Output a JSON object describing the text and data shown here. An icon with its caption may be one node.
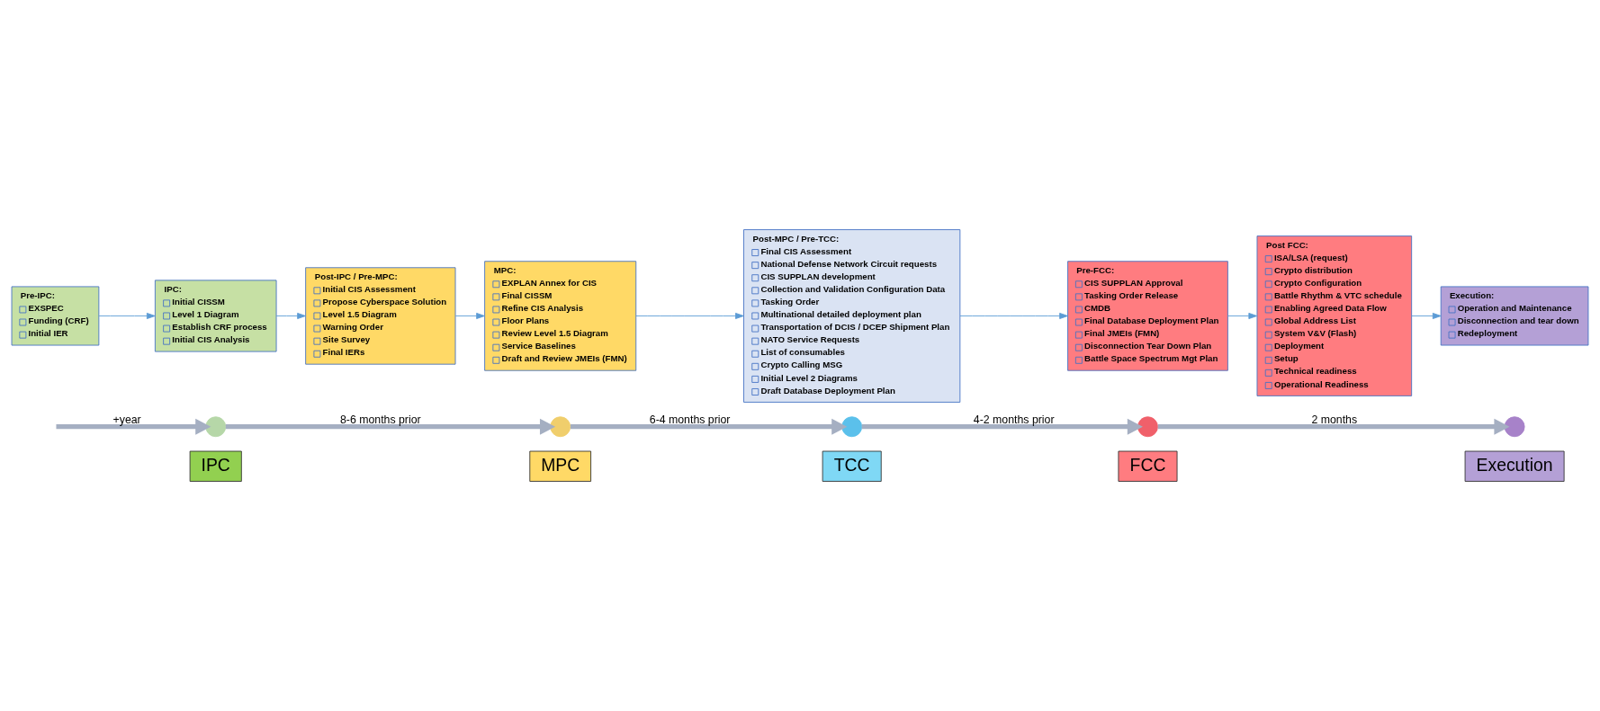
{
  "diagram": {
    "nodes": [
      {
        "text": [
          "IPC"
        ]
      },
      {
        "text": [
          "MPC"
        ]
      },
      {
        "text": [
          "TCC"
        ]
      },
      {
        "text": [
          "FCC"
        ]
      },
      {
        "text": [
          "Execution"
        ]
      },
      {
        "text": [],
        "shape": "circle"
      },
      {
        "text": [],
        "shape": "circle"
      },
      {
        "text": [],
        "shape": "circle"
      },
      {
        "text": [],
        "shape": "circle"
      },
      {
        "text": [],
        "shape": "circle"
      },
      {
        "text": [
          "Post-MPC / Pre-TCC:",
          "Final CIS Assessment",
          "National Defense Network Circuit requests",
          "CIS SUPPLAN development",
          "Collection and Validation Configuration Data",
          "Tasking Order",
          "Multinational detailed deployment plan",
          "Transportation of DCIS / DCEP Shipment Plan",
          "NATO Service Requests",
          "List of consumables",
          "Crypto Calling MSG",
          "Initial Level 2 Diagrams",
          "Draft Database Deployment Plan"
        ]
      },
      {
        "text": [
          "Execution:",
          "Operation and Maintenance",
          "Disconnection and tear down",
          "Redeployment"
        ]
      },
      {
        "text": [
          "Pre-IPC:",
          "EXSPEC",
          "Funding (CRF)",
          "Initial IER"
        ]
      },
      {
        "text": [
          "Post-IPC / Pre-MPC:",
          "Initial CIS Assessment",
          "Propose Cyberspace Solution",
          "Level 1.5 Diagram",
          "Warning Order",
          "Site Survey",
          "Final IERs"
        ]
      },
      {
        "text": [
          "Post FCC:",
          "ISA/LSA (request)",
          "Crypto distribution",
          "Crypto Configuration",
          "Battle Rhythm & VTC schedule",
          "Enabling Agreed Data Flow",
          "Global Address List",
          "System V&V (Flash)",
          "Deployment",
          "Setup",
          "Technical readiness",
          "Operational Readiness"
        ]
      },
      {
        "text": [
          "IPC:",
          "Initial CISSM",
          "Level 1 Diagram",
          "Establish CRF process",
          "Initial CIS Analysis"
        ]
      },
      {
        "text": [
          "MPC:",
          "EXPLAN Annex for CIS",
          "Final CISSM",
          "Refine CIS Analysis",
          "Floor Plans",
          "Review Level 1.5 Diagram",
          "Service Baselines",
          "Draft and Review JMEIs (FMN)"
        ]
      },
      {
        "text": [
          "Pre-FCC:",
          "CIS SUPPLAN Approval",
          "Tasking Order Release",
          "CMDB",
          "Final Database Deployment Plan",
          "Final JMEIs (FMN)",
          "Disconnection Tear Down Plan",
          "Battle Space Spectrum Mgt Plan"
        ]
      }
    ],
    "edges": [
      {
        "from": null,
        "to": 5,
        "arrow": "to",
        "label": "+year",
        "style": "thick",
        "color": "#a5afc2"
      },
      {
        "from": 5,
        "to": 6,
        "arrow": "to",
        "label": "8-6 months prior",
        "style": "thick",
        "color": "#a5afc2"
      },
      {
        "from": 6,
        "to": 7,
        "arrow": "to",
        "label": "6-4 months prior",
        "style": "thick",
        "color": "#a5afc2"
      },
      {
        "from": 7,
        "to": 8,
        "arrow": "to",
        "label": "4-2 months prior",
        "style": "thick",
        "color": "#a5afc2"
      },
      {
        "from": 8,
        "to": 9,
        "arrow": "to",
        "label": "2 months",
        "style": "thick",
        "color": "#a5afc2"
      },
      {
        "from": 12,
        "to": 15,
        "arrow": "to"
      },
      {
        "from": 15,
        "to": 13,
        "arrow": "to"
      },
      {
        "from": 13,
        "to": 16,
        "arrow": "to"
      },
      {
        "from": 16,
        "to": 10,
        "arrow": "to"
      },
      {
        "from": 10,
        "to": 17,
        "arrow": "to"
      },
      {
        "from": 17,
        "to": 14,
        "arrow": "to"
      },
      {
        "from": 14,
        "to": 11,
        "arrow": "to"
      }
    ]
  }
}
